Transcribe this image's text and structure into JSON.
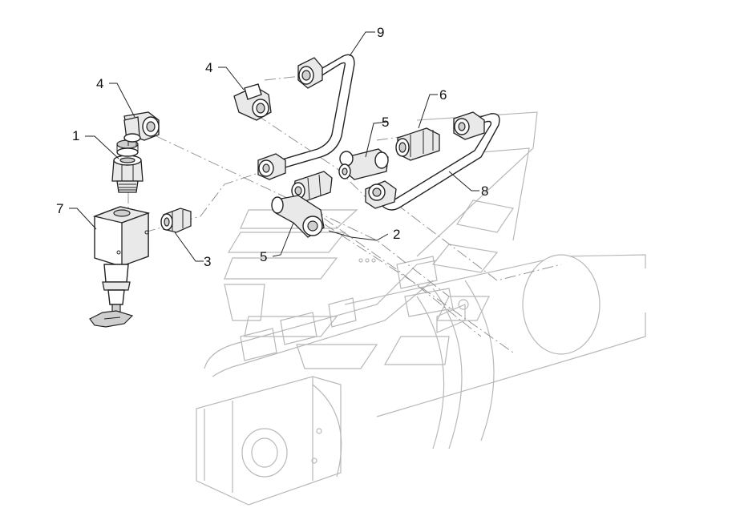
{
  "callouts": [
    {
      "id": "1",
      "label": "1"
    },
    {
      "id": "2",
      "label": "2"
    },
    {
      "id": "3",
      "label": "3"
    },
    {
      "id": "4a",
      "label": "4"
    },
    {
      "id": "4b",
      "label": "4"
    },
    {
      "id": "5a",
      "label": "5"
    },
    {
      "id": "5b",
      "label": "5"
    },
    {
      "id": "6",
      "label": "6"
    },
    {
      "id": "7",
      "label": "7"
    },
    {
      "id": "8",
      "label": "8"
    },
    {
      "id": "9",
      "label": "9"
    }
  ],
  "colors": {
    "line": "#222222",
    "ghost": "#b8b8b8",
    "background": "#ffffff"
  }
}
